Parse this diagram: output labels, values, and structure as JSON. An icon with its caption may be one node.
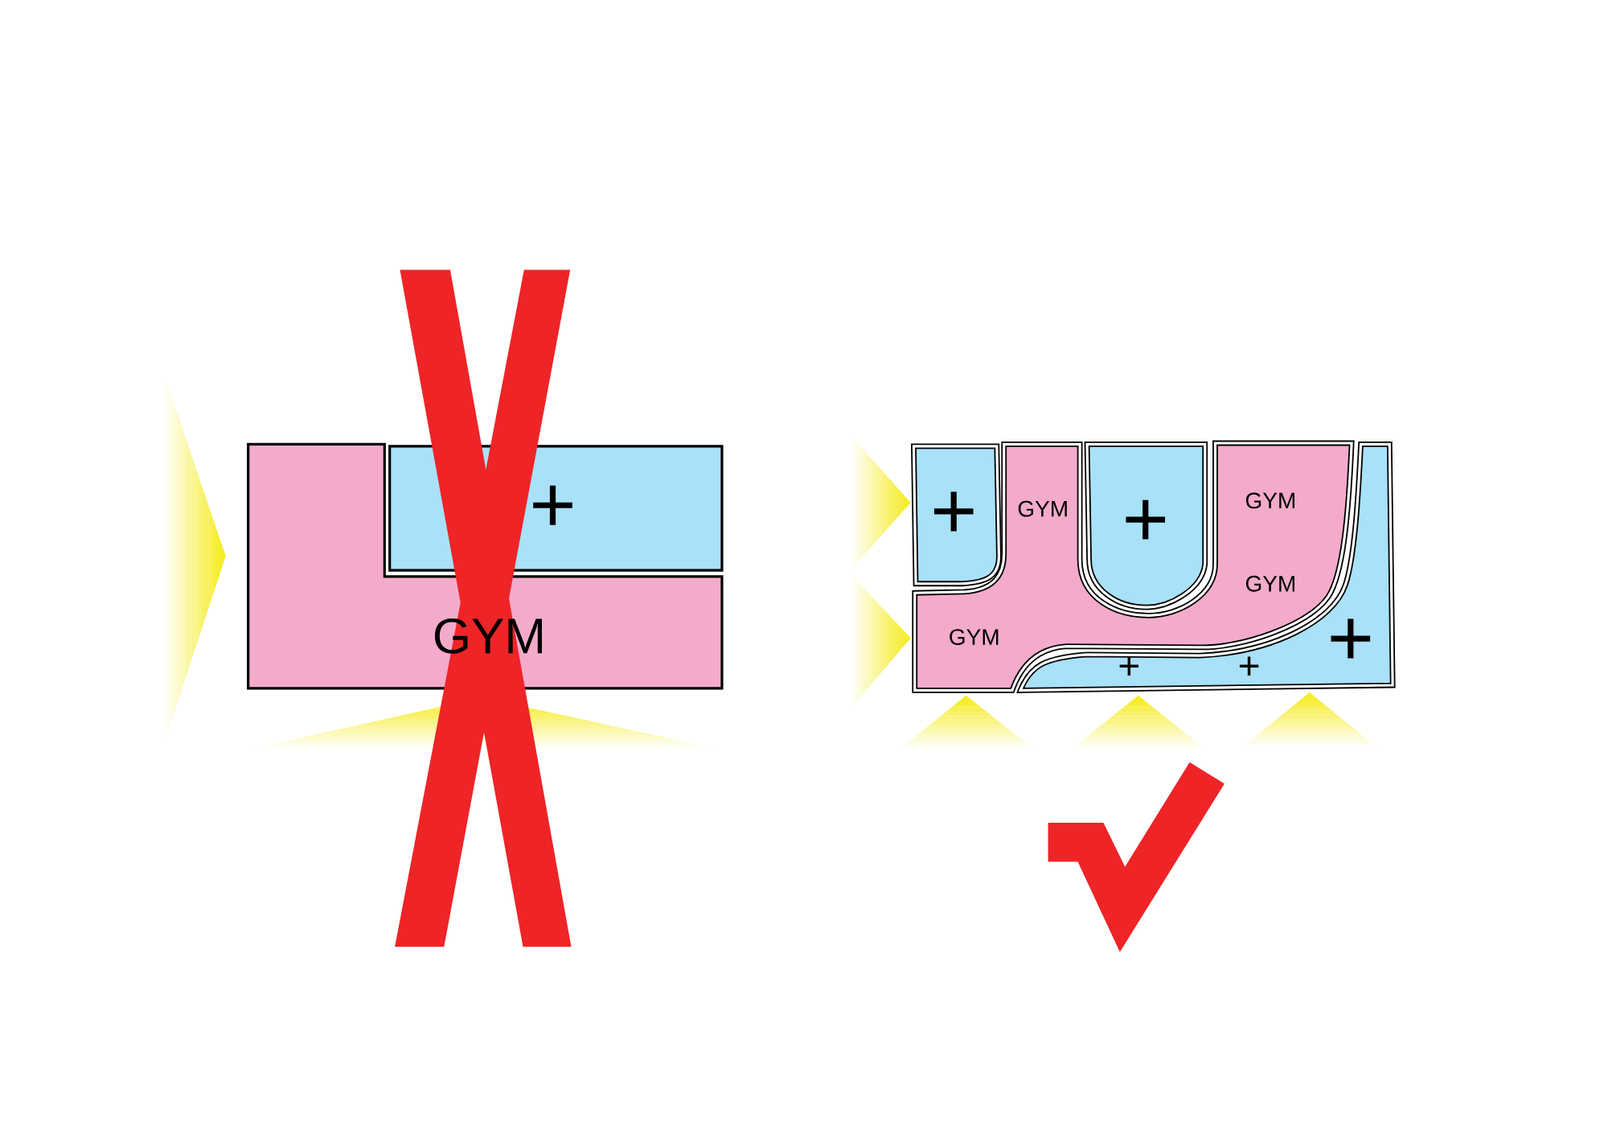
{
  "diagram": {
    "nodes": [
      {
        "text": [
          "GYM"
        ]
      },
      {
        "text": [
          "+"
        ]
      },
      {
        "text": [
          "+"
        ]
      },
      {
        "text": [
          "GYM",
          "GYM",
          "GYM",
          "GYM"
        ]
      },
      {
        "text": [
          "+"
        ]
      },
      {
        "text": [
          "+",
          "+",
          "+"
        ]
      }
    ]
  }
}
